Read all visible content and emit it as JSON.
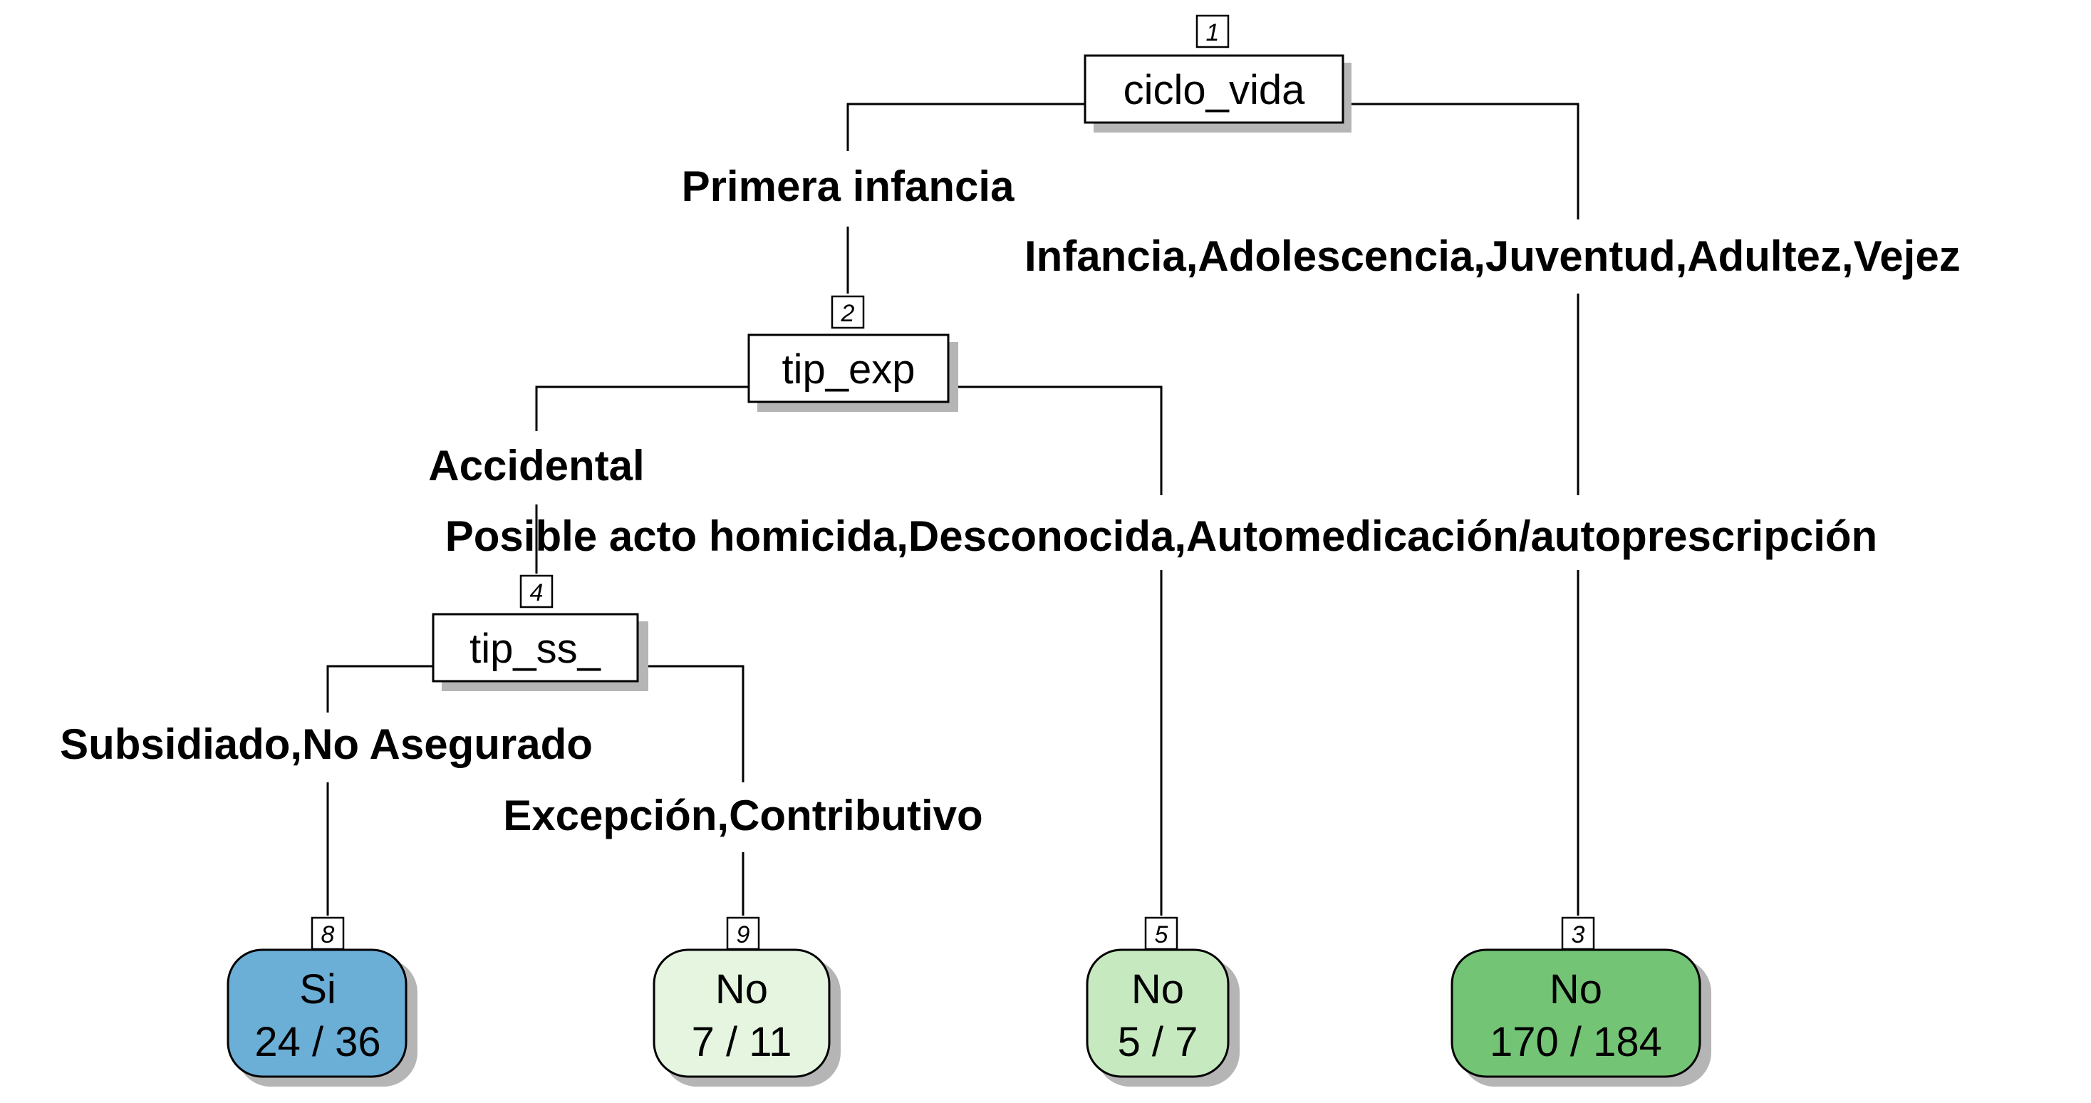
{
  "tree": {
    "nodes": [
      {
        "id": "1",
        "type": "split",
        "label": "ciclo_vida"
      },
      {
        "id": "2",
        "type": "split",
        "label": "tip_exp"
      },
      {
        "id": "4",
        "type": "split",
        "label": "tip_ss_"
      },
      {
        "id": "8",
        "type": "leaf",
        "class": "Si",
        "count": "24 / 36",
        "color": "#6BAED6"
      },
      {
        "id": "9",
        "type": "leaf",
        "class": "No",
        "count": "7 / 11",
        "color": "#E5F5E0"
      },
      {
        "id": "5",
        "type": "leaf",
        "class": "No",
        "count": "5 / 7",
        "color": "#C7E9C0"
      },
      {
        "id": "3",
        "type": "leaf",
        "class": "No",
        "count": "170 / 184",
        "color": "#74C476"
      }
    ],
    "edges": [
      {
        "from": "1",
        "to": "2",
        "label": "Primera infancia"
      },
      {
        "from": "1",
        "to": "3",
        "label": "Infancia,Adolescencia,Juventud,Adultez,Vejez"
      },
      {
        "from": "2",
        "to": "4",
        "label": "Accidental"
      },
      {
        "from": "2",
        "to": "5",
        "label": "Posible acto homicida,Desconocida,Automedicación/autoprescripción"
      },
      {
        "from": "4",
        "to": "8",
        "label": "Subsidiado,No Asegurado"
      },
      {
        "from": "4",
        "to": "9",
        "label": "Excepción,Contributivo"
      }
    ]
  }
}
